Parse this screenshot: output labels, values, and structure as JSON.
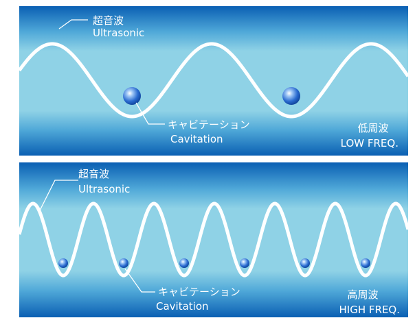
{
  "panels": [
    {
      "id": "low",
      "wave_label_jp": "超音波",
      "wave_label_en": "Ultrasonic",
      "cavitation_label_jp": "キャビテーション",
      "cavitation_label_en": "Cavitation",
      "freq_label_jp": "低周波",
      "freq_label_en": "LOW FREQ."
    },
    {
      "id": "high",
      "wave_label_jp": "超音波",
      "wave_label_en": "Ultrasonic",
      "cavitation_label_jp": "キャビテーション",
      "cavitation_label_en": "Cavitation",
      "freq_label_jp": "高周波",
      "freq_label_en": "HIGH FREQ."
    }
  ],
  "colors": {
    "dark_blue": "#0a63b7",
    "light_blue": "#8fd2e6",
    "wave": "#ffffff",
    "bubble": "#2a6bd0"
  }
}
